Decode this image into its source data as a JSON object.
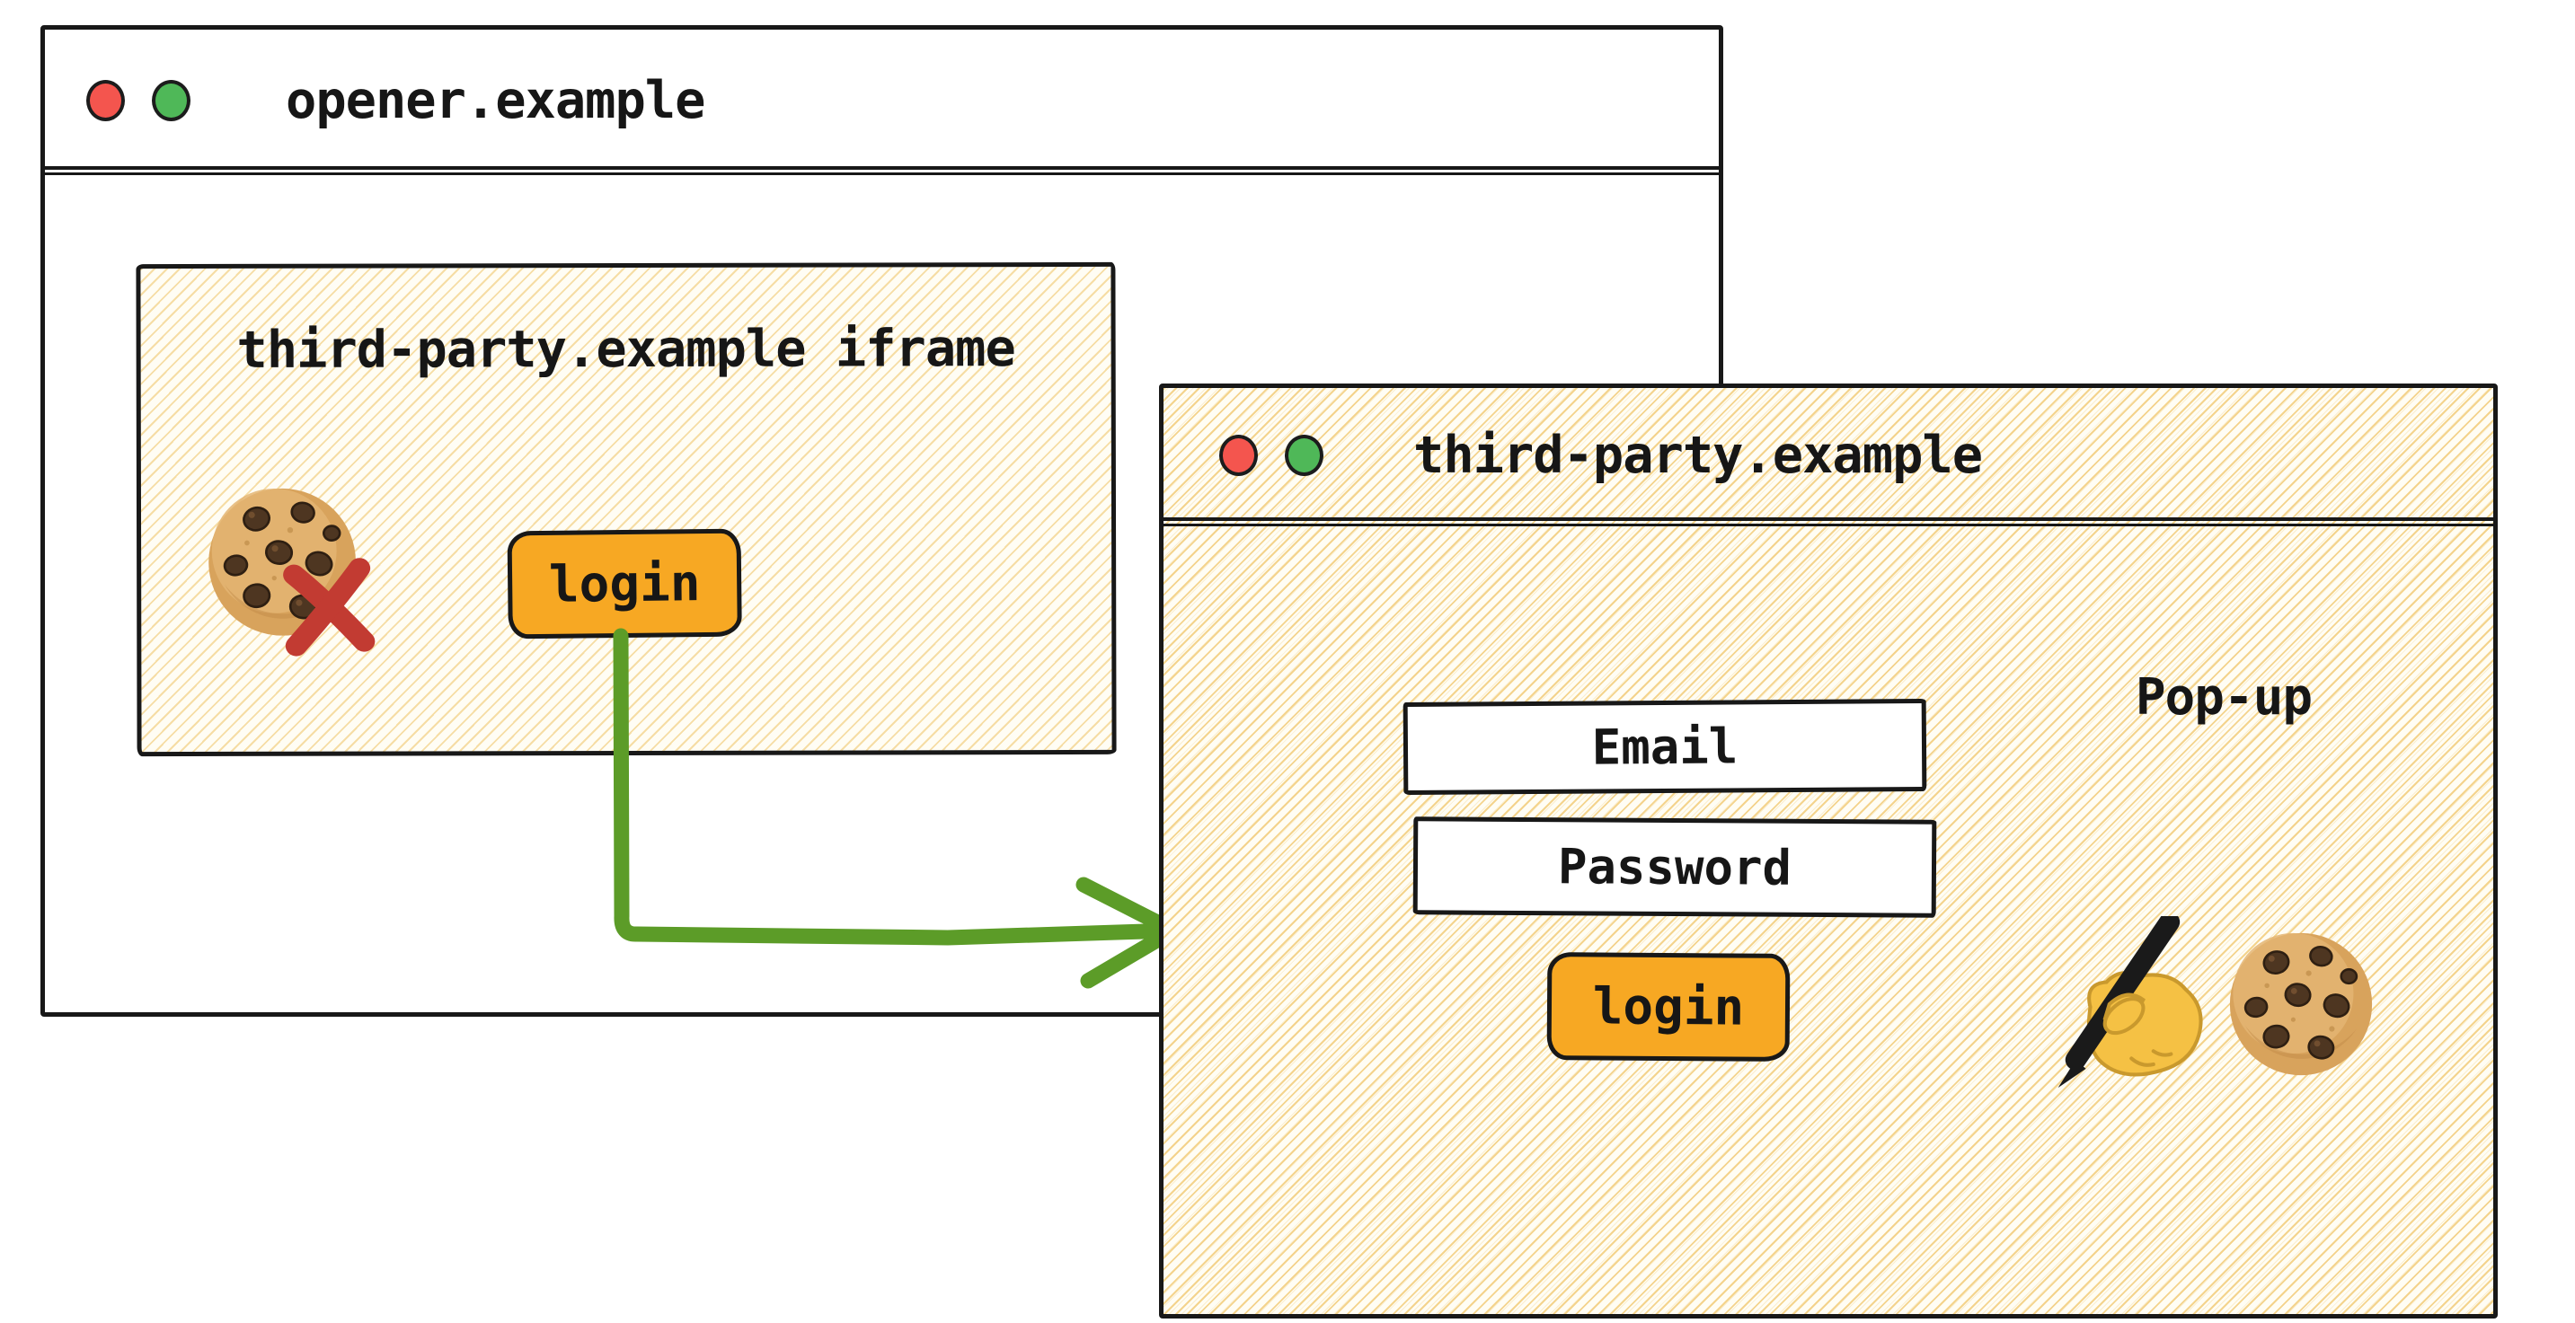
{
  "opener_window": {
    "title": "opener.example"
  },
  "iframe": {
    "label": "third-party.example iframe",
    "login_button_label": "login"
  },
  "popup_window": {
    "title": "third-party.example",
    "annotation_label": "Pop-up",
    "email_placeholder": "Email",
    "password_placeholder": "Password",
    "login_button_label": "login"
  },
  "icons": {
    "opener_traffic_lights": [
      "red-traffic-dot",
      "green-traffic-dot"
    ],
    "popup_traffic_lights": [
      "red-traffic-dot",
      "green-traffic-dot"
    ],
    "iframe_cookie": "cookie-icon",
    "iframe_cookie_blocked": "red-x-icon",
    "popup_writing_hand": "writing-hand-icon",
    "popup_cookie": "cookie-icon",
    "flow_arrow": "green-elbow-arrow"
  },
  "colors": {
    "button_orange": "#F7A823",
    "arrow_green": "#5C9C28",
    "blocked_x_red": "#C23B32",
    "traffic_red": "#F4554E",
    "traffic_green": "#4FB858",
    "hatch_gold": "#F3CF82",
    "ink": "#181818",
    "paper": "#FFFFFF"
  }
}
